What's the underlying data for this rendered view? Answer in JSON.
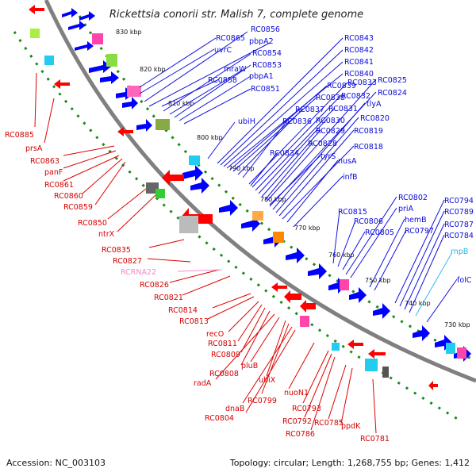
{
  "title": "Rickettsia conorii str. Malish 7, complete genome",
  "accession": "Accession: NC_003103",
  "topology": "Topology: circular; Length: 1,268,755 bp; Genes: 1,412",
  "colors": {
    "forward_strand": "#0000ff",
    "reverse_strand": "#ff0000",
    "rna_cyan": "#33bbee",
    "rna_pink": "#f08ac8",
    "backbone": "#8c8c8c",
    "gc_dots": "#1a8a1a"
  },
  "scale_labels": [
    "830 kbp",
    "820 kbp",
    "810 kbp",
    "800 kbp",
    "790 kbp",
    "780 kbp",
    "770 kbp",
    "760 kbp",
    "750 kbp",
    "740 kbp",
    "730 kbp"
  ],
  "forward_labels": [
    "RC0865",
    "uvrC",
    "RC0858",
    "RC0856",
    "pbpA2",
    "RC0854",
    "mraW",
    "RC0853",
    "pbpA1",
    "RC0851",
    "ubiH",
    "RC0843",
    "RC0842",
    "RC0841",
    "RC0840",
    "RC0839",
    "RC0838",
    "RC0837",
    "RC0836",
    "RC0834",
    "RC0833",
    "RC0832",
    "RC0831",
    "RC0830",
    "RC0829",
    "RC0828",
    "tyrS",
    "RC0825",
    "RC0824",
    "tlyA",
    "RC0820",
    "RC0819",
    "RC0818",
    "nusA",
    "infB",
    "RC0815",
    "RC0806",
    "RC0805",
    "RC0802",
    "priA",
    "hemB",
    "RC0797",
    "RC0794",
    "RC0789",
    "RC0787",
    "RC0784",
    "folC"
  ],
  "reverse_labels": [
    "RC0885",
    "prsA",
    "RC0863",
    "panF",
    "RC0861",
    "RC0860",
    "RC0859",
    "RC0850",
    "ntrX",
    "RC0835",
    "RC0827",
    "RC0826",
    "RC0821",
    "RC0814",
    "RC0813",
    "recO",
    "RC0811",
    "RC0809",
    "RC0808",
    "radA",
    "pluB",
    "ubiX",
    "RC0799",
    "dnaB",
    "RC0804",
    "nuoN1",
    "RC0793",
    "RC0792",
    "RC0786",
    "RC0785",
    "ppdK",
    "RC0781"
  ],
  "rna_labels": [
    "rnpB",
    "RCRNA22"
  ]
}
